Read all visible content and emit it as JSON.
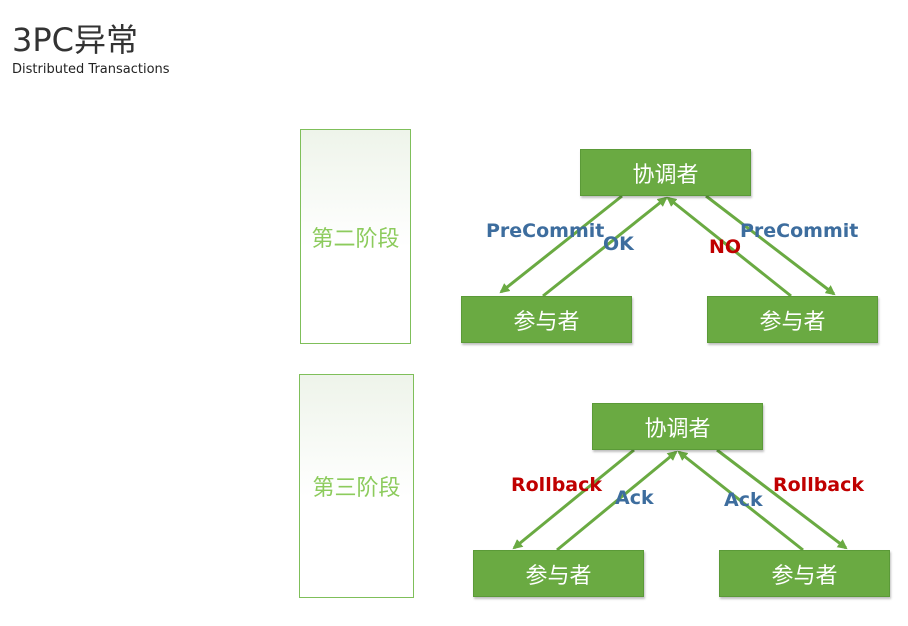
{
  "header": {
    "title": "3PC异常",
    "subtitle": "Distributed Transactions"
  },
  "phases": {
    "phase2": "第二阶段",
    "phase3": "第三阶段"
  },
  "diagram_top": {
    "coordinator": "协调者",
    "participant_left": "参与者",
    "participant_right": "参与者",
    "label_left_down": "PreCommit",
    "label_left_up": "OK",
    "label_right_up": "NO",
    "label_right_down": "PreCommit"
  },
  "diagram_bottom": {
    "coordinator": "协调者",
    "participant_left": "参与者",
    "participant_right": "参与者",
    "label_left_down": "Rollback",
    "label_left_up": "Ack",
    "label_right_up": "Ack",
    "label_right_down": "Rollback"
  },
  "colors": {
    "box_fill": "#6aaa42",
    "arrow": "#6aaa42",
    "phase_text": "#8ccb5c",
    "label_blue": "#3d6d9e",
    "label_red": "#c00000"
  }
}
